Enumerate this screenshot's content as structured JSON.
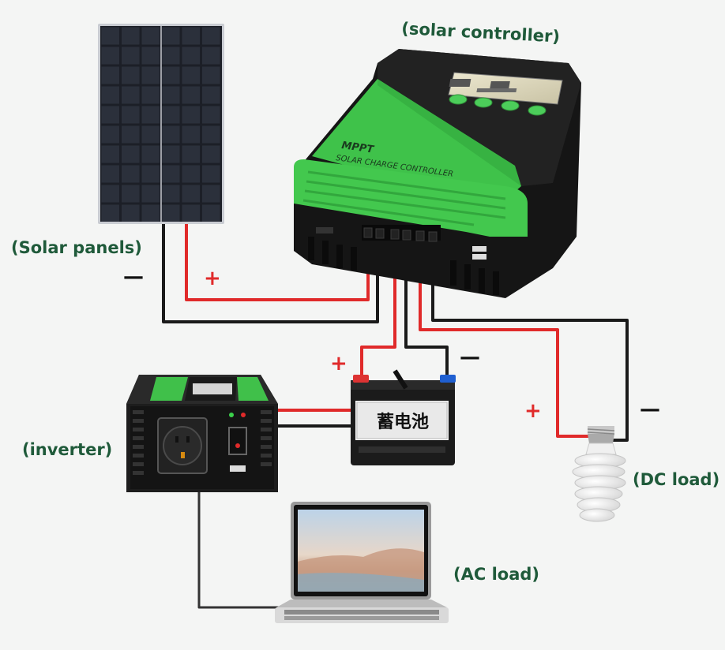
{
  "labels": {
    "solar_controller": "(solar controller)",
    "solar_panels": "(Solar panels)",
    "inverter": "(inverter)",
    "dc_load": "(DC load)",
    "ac_load": "(AC load)"
  },
  "controller": {
    "brand_line1": "MPPT",
    "brand_line2": "SOLAR CHARGE CONTROLLER"
  },
  "battery": {
    "label": "蓄电池"
  },
  "signs": {
    "plus": "+",
    "minus": "—"
  },
  "colors": {
    "label_green": "#1f5a3a",
    "controller_green": "#3fc24a",
    "positive_wire": "#e02a2a",
    "negative_wire": "#1a1a1a"
  }
}
